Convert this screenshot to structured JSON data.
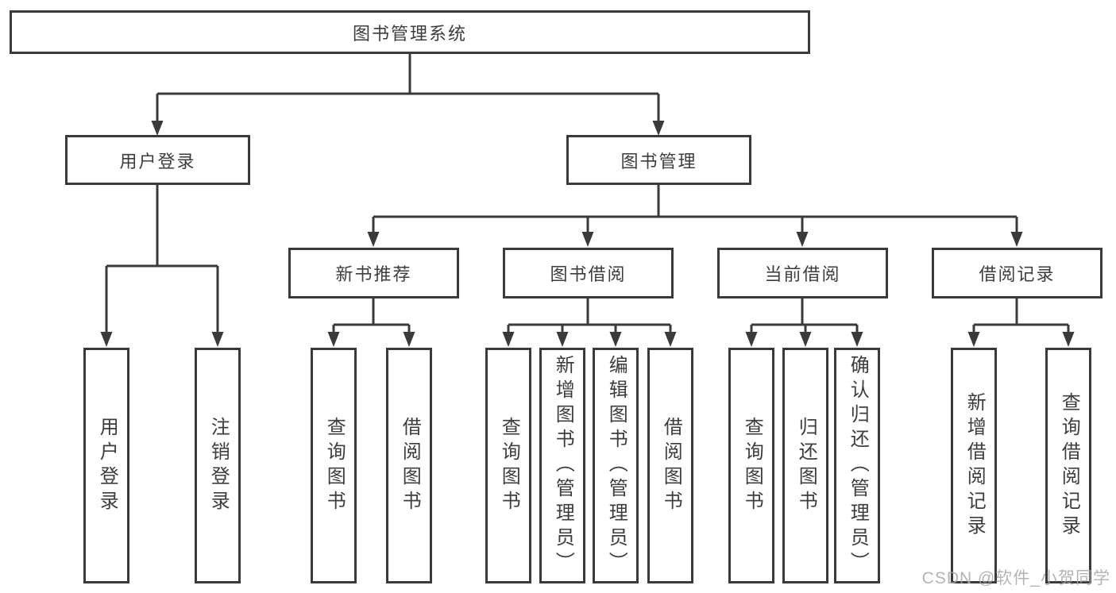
{
  "diagram": {
    "root": {
      "label": "图书管理系统"
    },
    "level1": {
      "user_login": {
        "label": "用户登录"
      },
      "book_mgmt": {
        "label": "图书管理"
      }
    },
    "level2": {
      "new_book": {
        "label": "新书推荐"
      },
      "book_borrow": {
        "label": "图书借阅"
      },
      "current_borrow": {
        "label": "当前借阅"
      },
      "borrow_record": {
        "label": "借阅记录"
      }
    },
    "leaves": {
      "user_login": [
        "用户登录",
        "注销登录"
      ],
      "new_book": [
        "查询图书",
        "借阅图书"
      ],
      "book_borrow": [
        "查询图书",
        "新增图书（管理员）",
        "编辑图书（管理员）",
        "借阅图书"
      ],
      "current_borrow": [
        "查询图书",
        "归还图书",
        "确认归还（管理员）"
      ],
      "borrow_record": [
        "新增借阅记录",
        "查询借阅记录"
      ]
    }
  },
  "watermark": {
    "text": "CSDN @软件_小贺同学"
  },
  "colors": {
    "line": "#3a3a3a",
    "text": "#3d3d3d",
    "background": "#ffffff",
    "watermark": "#a8a8a8"
  }
}
